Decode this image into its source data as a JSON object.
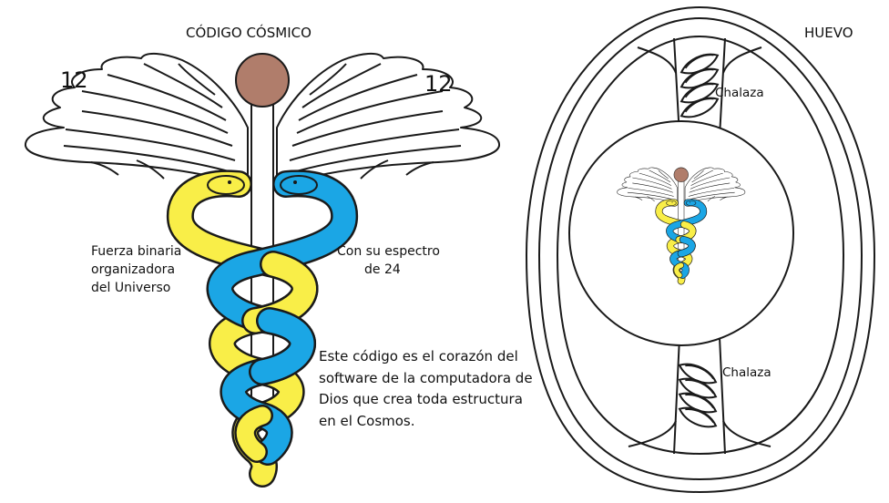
{
  "title_left": "CÓDIGO CÓSMICO",
  "title_right": "HUEVO",
  "wing_left_number": "12",
  "wing_right_number": "12",
  "label_binary": [
    "Fuerza binaria",
    "organizadora",
    "del Universo"
  ],
  "label_spectrum": [
    "Con su espectro",
    "de 24"
  ],
  "paragraph": [
    "Este código  es el corazón del",
    "software de la computadora de",
    "Dios que crea toda estructura",
    "en el Cosmos."
  ],
  "chalaza_top": "Chalaza",
  "chalaza_bottom": "Chalaza",
  "colors": {
    "serpent_yellow": "#F9EE48",
    "serpent_blue": "#1BA6E5",
    "knob": "#B07D6B",
    "outline": "#1a1a1a"
  }
}
